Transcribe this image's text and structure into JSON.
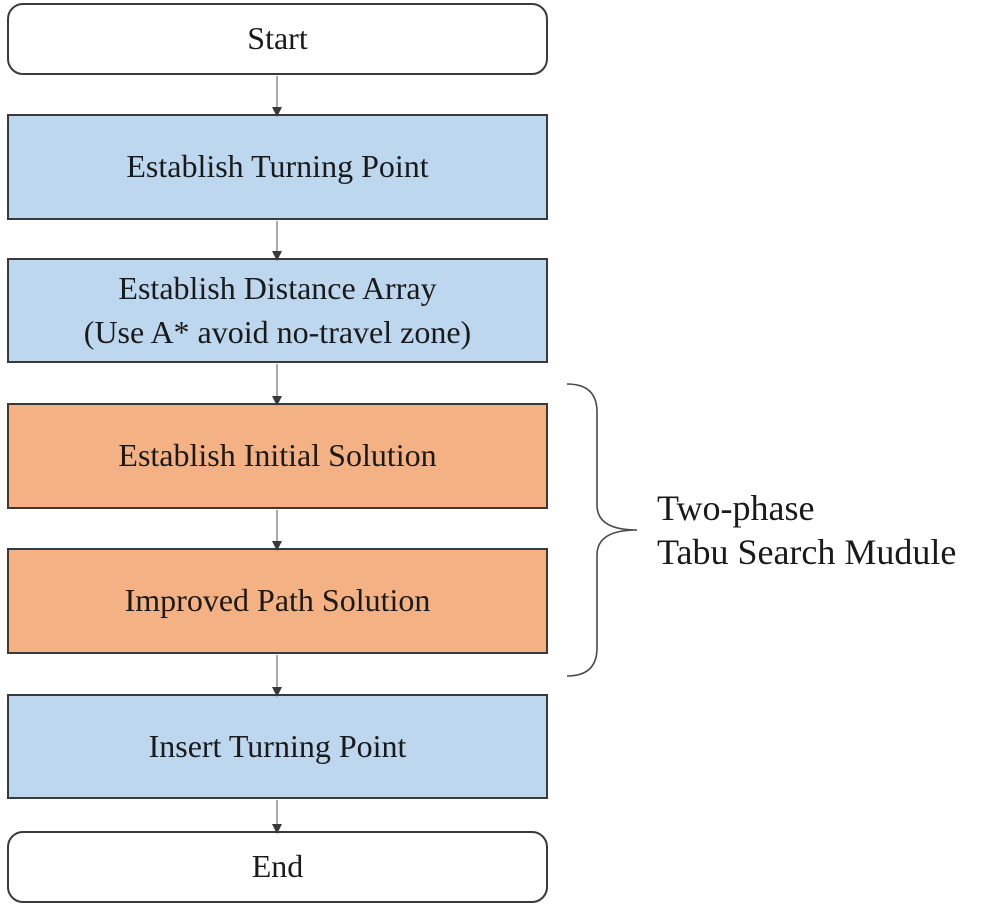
{
  "diagram": {
    "nodes": [
      {
        "id": "start",
        "label": "Start",
        "kind": "terminal"
      },
      {
        "id": "establish-turning-point",
        "label": "Establish Turning Point",
        "kind": "process-blue"
      },
      {
        "id": "establish-distance-array",
        "label": "Establish Distance Array",
        "label_line2": "(Use A* avoid no-travel zone)",
        "kind": "process-blue"
      },
      {
        "id": "establish-initial-solution",
        "label": "Establish Initial Solution",
        "kind": "process-orange"
      },
      {
        "id": "improved-path-solution",
        "label": "Improved Path Solution",
        "kind": "process-orange"
      },
      {
        "id": "insert-turning-point",
        "label": "Insert Turning Point",
        "kind": "process-blue"
      },
      {
        "id": "end",
        "label": "End",
        "kind": "terminal"
      }
    ],
    "group_label": {
      "line1": "Two-phase",
      "line2": "Tabu Search Mudule"
    },
    "colors": {
      "process_blue": "#bdd7ee",
      "process_orange": "#f4b183",
      "terminal_fill": "#ffffff",
      "stroke": "#3a3a3a"
    }
  }
}
